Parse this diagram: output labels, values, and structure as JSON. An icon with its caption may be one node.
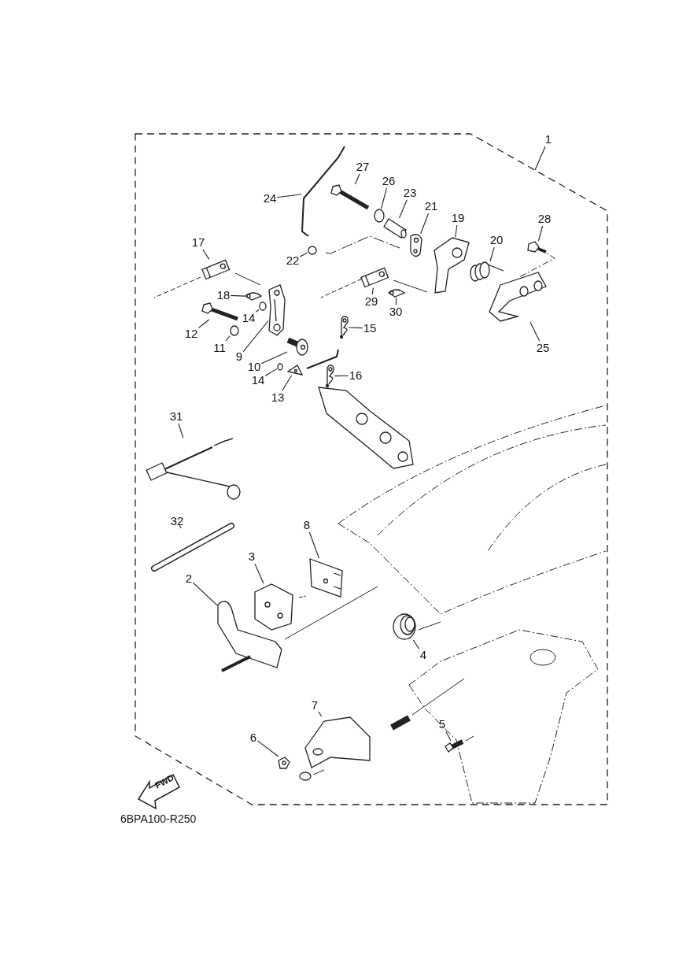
{
  "diagram": {
    "nodes": [
      {
        "text": [
          "1"
        ]
      },
      {
        "text": [
          "27"
        ]
      },
      {
        "text": [
          "26"
        ]
      },
      {
        "text": [
          "23"
        ]
      },
      {
        "text": [
          "24"
        ]
      },
      {
        "text": [
          "21"
        ]
      },
      {
        "text": [
          "28"
        ]
      },
      {
        "text": [
          "19"
        ]
      },
      {
        "text": [
          "17"
        ]
      },
      {
        "text": [
          "20"
        ]
      },
      {
        "text": [
          "22"
        ]
      },
      {
        "text": [
          "18"
        ]
      },
      {
        "text": [
          "14"
        ]
      },
      {
        "text": [
          "12"
        ]
      },
      {
        "text": [
          "29"
        ]
      },
      {
        "text": [
          "15"
        ]
      },
      {
        "text": [
          "30"
        ]
      },
      {
        "text": [
          "25"
        ]
      },
      {
        "text": [
          "11"
        ]
      },
      {
        "text": [
          "9"
        ]
      },
      {
        "text": [
          "10"
        ]
      },
      {
        "text": [
          "16"
        ]
      },
      {
        "text": [
          "14"
        ]
      },
      {
        "text": [
          "13"
        ]
      },
      {
        "text": [
          "31"
        ]
      },
      {
        "text": [
          "32"
        ]
      },
      {
        "text": [
          "8"
        ]
      },
      {
        "text": [
          "3"
        ]
      },
      {
        "text": [
          "2"
        ]
      },
      {
        "text": [
          "4"
        ]
      },
      {
        "text": [
          "7"
        ]
      },
      {
        "text": [
          "5"
        ]
      },
      {
        "text": [
          "6"
        ]
      },
      {
        "text": [],
        "shape": "picture"
      },
      {
        "text": [],
        "shape": "circle"
      },
      {
        "text": [],
        "shape": "picture"
      },
      {
        "text": [],
        "shape": "picture"
      },
      {
        "text": [],
        "shape": "picture"
      },
      {
        "text": [],
        "shape": "picture"
      },
      {
        "text": [],
        "shape": "picture"
      },
      {
        "text": [],
        "shape": "picture"
      },
      {
        "text": [],
        "shape": "picture"
      },
      {
        "text": [],
        "shape": "circle"
      },
      {
        "text": [],
        "shape": "picture"
      },
      {
        "text": [],
        "shape": "circle"
      },
      {
        "text": [],
        "shape": "picture"
      },
      {
        "text": [],
        "shape": "picture"
      },
      {
        "text": [],
        "shape": "picture"
      },
      {
        "text": [],
        "shape": "picture"
      },
      {
        "text": [],
        "shape": "picture"
      },
      {
        "text": [],
        "shape": "circle"
      },
      {
        "text": [],
        "shape": "picture"
      },
      {
        "text": [],
        "shape": "picture"
      },
      {
        "text": [],
        "shape": "picture"
      },
      {
        "text": [],
        "shape": "circle"
      },
      {
        "text": [],
        "shape": "picture"
      },
      {
        "text": [],
        "shape": "picture"
      },
      {
        "text": [],
        "shape": "picture"
      },
      {
        "text": [],
        "shape": "picture"
      },
      {
        "text": [],
        "shape": "picture"
      },
      {
        "text": [],
        "shape": "picture"
      },
      {
        "text": [],
        "shape": "picture"
      },
      {
        "text": [],
        "shape": "picture"
      },
      {
        "text": [],
        "shape": "picture"
      },
      {
        "text": [],
        "shape": "picture"
      }
    ],
    "edges": [
      {
        "from": 0,
        "to": null,
        "arrow": "none"
      },
      {
        "from": 1,
        "to": 33,
        "arrow": "none"
      },
      {
        "from": 2,
        "to": 34,
        "arrow": "none"
      },
      {
        "from": 3,
        "to": 35,
        "arrow": "none"
      },
      {
        "from": 4,
        "to": 36,
        "arrow": "none"
      },
      {
        "from": 5,
        "to": 37,
        "arrow": "none"
      },
      {
        "from": 6,
        "to": 38,
        "arrow": "none"
      },
      {
        "from": 7,
        "to": 39,
        "arrow": "none"
      },
      {
        "from": 8,
        "to": 40,
        "arrow": "none"
      },
      {
        "from": 9,
        "to": 41,
        "arrow": "none"
      },
      {
        "from": 10,
        "to": 42,
        "arrow": "none"
      },
      {
        "from": 11,
        "to": 43,
        "arrow": "none"
      },
      {
        "from": 12,
        "to": 44,
        "arrow": "none"
      },
      {
        "from": 13,
        "to": 45,
        "arrow": "none"
      },
      {
        "from": 14,
        "to": 46,
        "arrow": "none"
      },
      {
        "from": 15,
        "to": 47,
        "arrow": "none"
      },
      {
        "from": 16,
        "to": 48,
        "arrow": "none"
      },
      {
        "from": 17,
        "to": 49,
        "arrow": "none"
      },
      {
        "from": 18,
        "to": 50,
        "arrow": "none"
      },
      {
        "from": 19,
        "to": 51,
        "arrow": "none"
      },
      {
        "from": 20,
        "to": 52,
        "arrow": "none"
      },
      {
        "from": 21,
        "to": 53,
        "arrow": "none"
      },
      {
        "from": 22,
        "to": 54,
        "arrow": "none"
      },
      {
        "from": 23,
        "to": 55,
        "arrow": "none"
      },
      {
        "from": 24,
        "to": 56,
        "arrow": "none"
      },
      {
        "from": 25,
        "to": 57,
        "arrow": "none"
      },
      {
        "from": 26,
        "to": 58,
        "arrow": "none"
      },
      {
        "from": 27,
        "to": 59,
        "arrow": "none"
      },
      {
        "from": 28,
        "to": 60,
        "arrow": "none"
      },
      {
        "from": 29,
        "to": 61,
        "arrow": "none"
      },
      {
        "from": 30,
        "to": 62,
        "arrow": "none"
      },
      {
        "from": 31,
        "to": 63,
        "arrow": "none"
      },
      {
        "from": 32,
        "to": 64,
        "arrow": "none"
      }
    ],
    "labels": [
      "FWD",
      "6BPA100-R250"
    ]
  }
}
